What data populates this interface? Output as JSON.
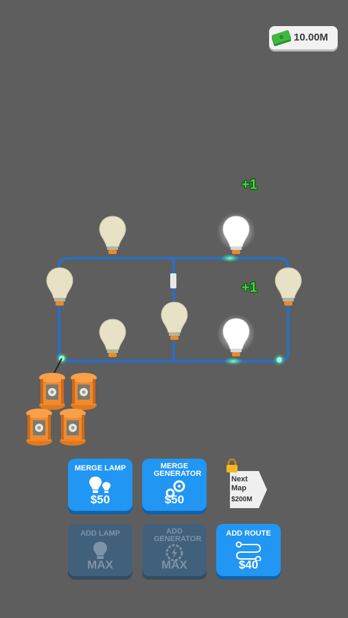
{
  "hud": {
    "money": "10.00M",
    "icon": "cash-stack-icon"
  },
  "floating_rewards": [
    "+1",
    "+1"
  ],
  "buttons": {
    "merge_lamp": {
      "title": "MERGE LAMP",
      "price": "$50",
      "icon": "bulbs-icon",
      "enabled": true
    },
    "merge_generator": {
      "title": "MERGE GENERATOR",
      "price": "$50",
      "icon": "gears-icon",
      "enabled": true
    },
    "add_lamp": {
      "title": "ADD LAMP",
      "price": "MAX",
      "icon": "bulb-icon",
      "enabled": false
    },
    "add_generator": {
      "title": "ADD GENERATOR",
      "price": "MAX",
      "icon": "power-gear-icon",
      "enabled": false
    },
    "add_route": {
      "title": "ADD ROUTE",
      "price": "$40",
      "icon": "route-icon",
      "enabled": true
    }
  },
  "next_map": {
    "label": "Next Map",
    "cost": "$200M",
    "locked": true,
    "icon": "lock-icon"
  },
  "colors": {
    "background": "#5e5e5e",
    "wire": "#2a6fc0",
    "button": "#2196f3",
    "button_disabled": "#41607b",
    "reward": "#38e038",
    "bulb_unlit": "#e7e2c6",
    "bulb_lit": "#ffffff",
    "generator": "#f08a2c"
  }
}
